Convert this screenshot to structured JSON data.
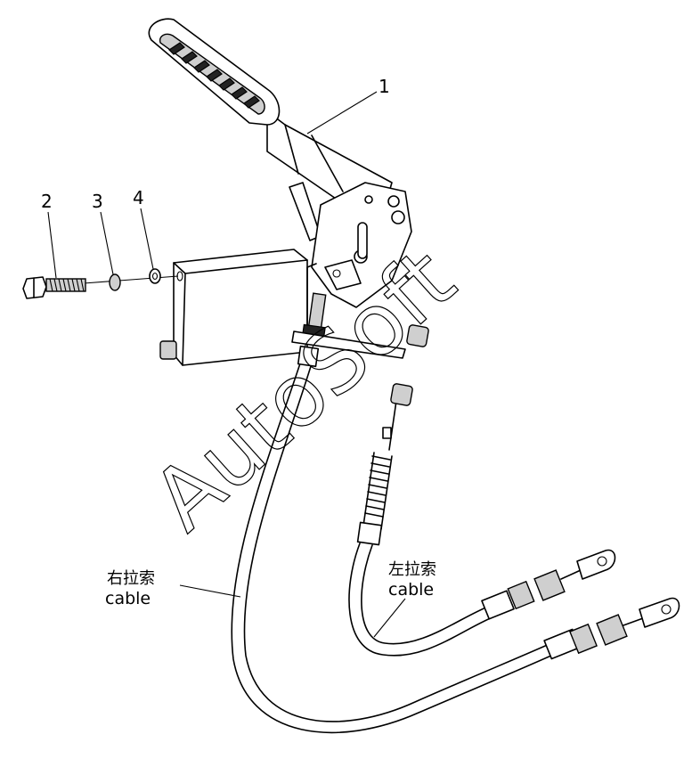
{
  "callouts": {
    "part_1": "1",
    "part_2": "2",
    "part_3": "3",
    "part_4": "4"
  },
  "cables": {
    "right_cn": "右拉索",
    "right_en": "cable",
    "left_cn": "左拉索",
    "left_en": "cable"
  },
  "watermark": "AutoSoft"
}
